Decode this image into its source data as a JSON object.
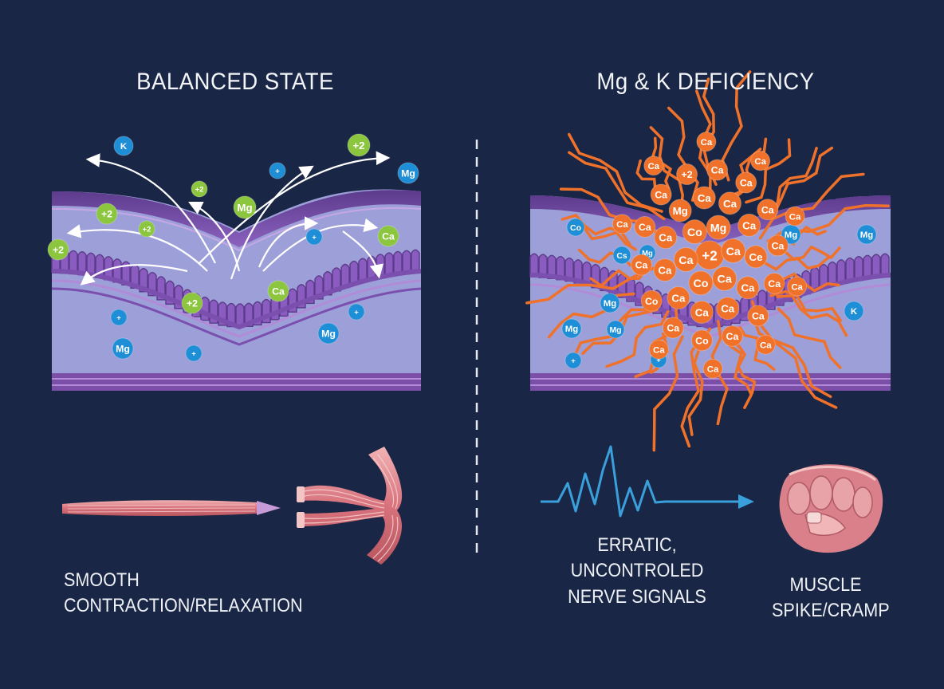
{
  "panels": {
    "left": {
      "title": "BALANCED STATE",
      "caption_lines": [
        "SMOOTH",
        "CONTRACTION/RELAXATION"
      ]
    },
    "right": {
      "title": "Mg & K DEFICIENCY",
      "signal_lines": [
        "ERRATIC, UNCONTROLED",
        "NERVE SIGNALS"
      ],
      "outcome_lines": [
        "MUSCLE",
        "SPIKE/CRAMP"
      ]
    }
  },
  "ions": {
    "left": [
      "K",
      "+2",
      "+",
      "Mg",
      "+2",
      "Mg",
      "+2",
      "+2",
      "+2",
      "+",
      "Ca",
      "+2",
      "Ca",
      "+",
      "Mg",
      "+",
      "Mg",
      "+"
    ],
    "right_blue": [
      "Co",
      "Cs",
      "Mg",
      "Mg",
      "Mg",
      "+",
      "Mg",
      "Mg",
      "Mg",
      "+",
      "K"
    ],
    "right_orange": [
      "+2",
      "Ca",
      "Co",
      "Ca",
      "Co",
      "Mg",
      "Ca",
      "Ca",
      "Ca",
      "Ca",
      "Ca",
      "Mg",
      "Ca",
      "Ca",
      "Ca",
      "Ce",
      "Ca",
      "Ca",
      "Co",
      "Ca",
      "Ca",
      "Ca",
      "+2",
      "Ca",
      "Ca",
      "Ca",
      "Ca",
      "Ca",
      "Ca",
      "Ca",
      "Co",
      "Ca",
      "Ca",
      "Ca",
      "Ca",
      "Ca",
      "Ca",
      "Ca",
      "Ca",
      "Ca",
      "Ca"
    ]
  },
  "colors": {
    "background": "#1a2645",
    "ion_blue": "#1e8fd6",
    "ion_green": "#8cc63f",
    "ion_orange": "#f0722a",
    "membrane_light": "#9b9ed6",
    "membrane_purple": "#7b4ea8",
    "signal_blue": "#3aa0dc",
    "muscle_pink": "#d97a86"
  }
}
